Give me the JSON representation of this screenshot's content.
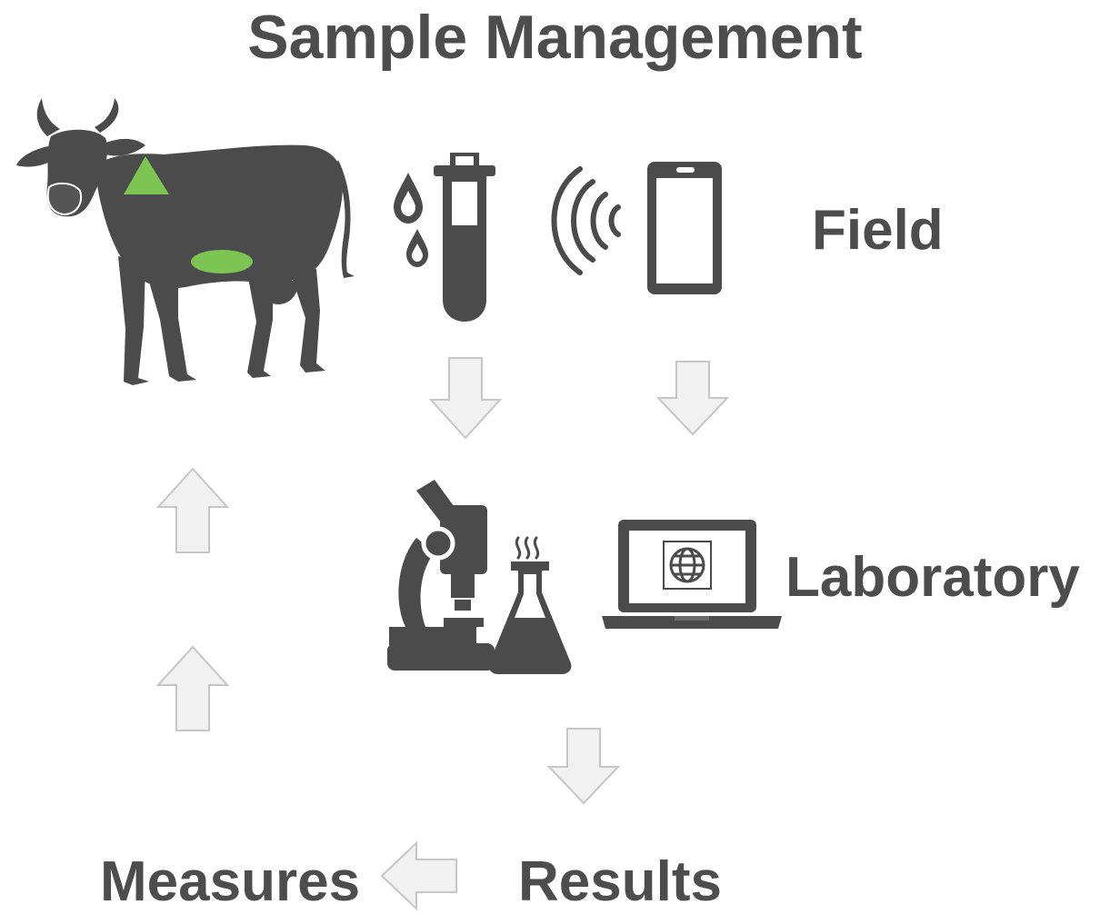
{
  "title": "Sample Management",
  "stages": {
    "field": "Field",
    "laboratory": "Laboratory",
    "results": "Results",
    "measures": "Measures"
  },
  "colors": {
    "icon": "#4b4b4b",
    "accent": "#7dc552",
    "arrow_fill": "#f1f1f1",
    "arrow_stroke": "#c6c6c6",
    "text": "#4d4d4d"
  },
  "icons": [
    "cow-icon",
    "ear-tag-icon",
    "test-tube-icon",
    "blood-drops-icon",
    "wireless-signal-icon",
    "smartphone-icon",
    "microscope-icon",
    "flask-icon",
    "laptop-icon",
    "globe-icon"
  ]
}
